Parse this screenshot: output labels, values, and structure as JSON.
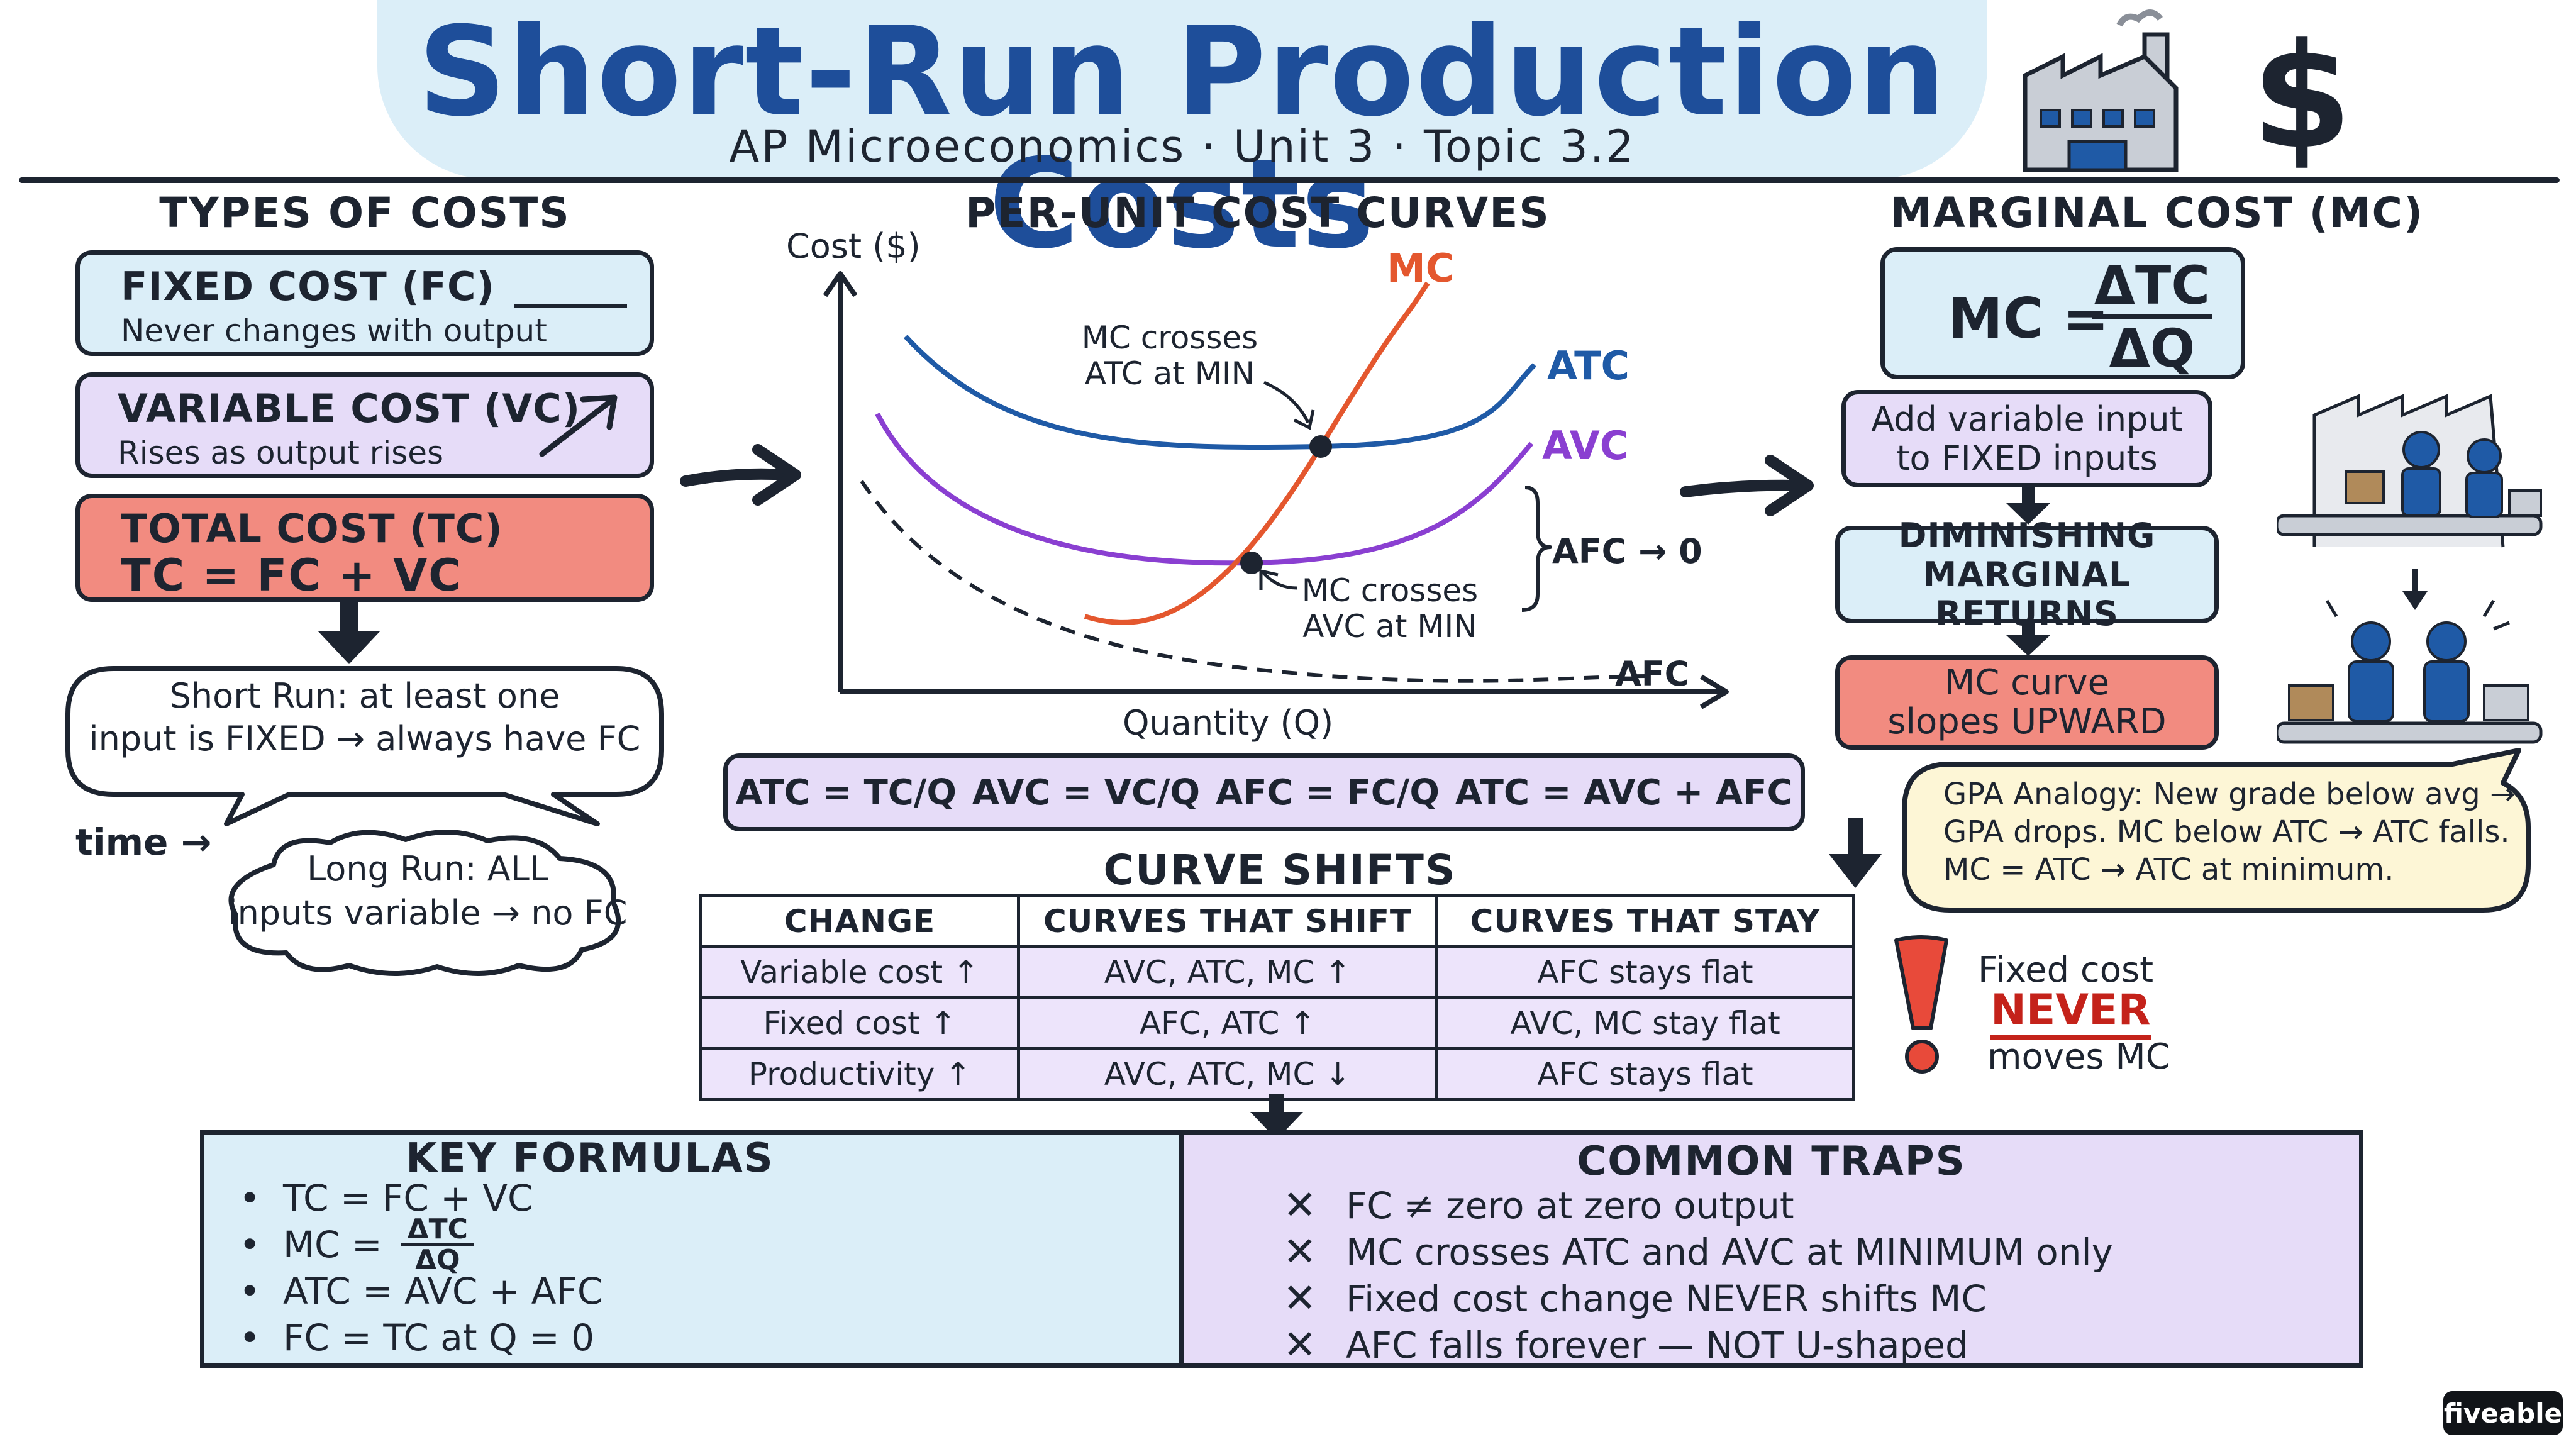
{
  "header": {
    "title": "Short-Run Production Costs",
    "subtitle": "AP Microeconomics · Unit 3 · Topic 3.2",
    "dollar_sign": "$"
  },
  "types_of_costs": {
    "heading": "TYPES OF COSTS",
    "fixed": {
      "title": "FIXED COST (FC)",
      "desc": "Never changes with output"
    },
    "variable": {
      "title": "VARIABLE COST (VC)",
      "desc": "Rises as output rises"
    },
    "total": {
      "title": "TOTAL COST (TC)",
      "formula": "TC = FC + VC"
    },
    "short_run": {
      "line1": "Short Run: at least one",
      "line2": "input is FIXED → always have FC"
    },
    "time_label": "time →",
    "long_run": {
      "line1": "Long Run: ALL",
      "line2": "inputs variable → no FC"
    }
  },
  "per_unit": {
    "heading": "PER-UNIT COST CURVES",
    "y_axis": "Cost ($)",
    "x_axis": "Quantity (Q)",
    "labels": {
      "mc": "MC",
      "atc": "ATC",
      "avc": "AVC",
      "afc": "AFC",
      "afc_zero": "AFC → 0"
    },
    "note_atc": {
      "line1": "MC crosses",
      "line2": "ATC at MIN"
    },
    "note_avc": {
      "line1": "MC crosses",
      "line2": "AVC at MIN"
    },
    "formulas": [
      "ATC = TC/Q",
      "AVC = VC/Q",
      "AFC = FC/Q",
      "ATC = AVC + AFC"
    ]
  },
  "marginal": {
    "heading": "MARGINAL COST (MC)",
    "formula_lhs": "MC =",
    "formula_num": "ΔTC",
    "formula_den": "ΔQ",
    "step1": {
      "line1": "Add variable input",
      "line2": "to FIXED inputs"
    },
    "step2": {
      "line1": "DIMINISHING",
      "line2": "MARGINAL RETURNS"
    },
    "step3": {
      "line1": "MC curve",
      "line2": "slopes UPWARD"
    },
    "analogy": {
      "line1": "GPA Analogy: New grade below avg →",
      "line2": "GPA drops. MC below ATC → ATC falls.",
      "line3": "MC = ATC → ATC at minimum."
    }
  },
  "curve_shifts": {
    "heading": "CURVE SHIFTS",
    "columns": [
      "CHANGE",
      "CURVES THAT SHIFT",
      "CURVES THAT STAY"
    ],
    "rows": [
      [
        "Variable cost ↑",
        "AVC, ATC, MC ↑",
        "AFC stays flat"
      ],
      [
        "Fixed cost ↑",
        "AFC, ATC ↑",
        "AVC, MC stay flat"
      ],
      [
        "Productivity ↑",
        "AVC, ATC, MC ↓",
        "AFC stays flat"
      ]
    ],
    "warning": {
      "line1": "Fixed cost",
      "line2": "NEVER",
      "line3": "moves MC"
    }
  },
  "key_formulas": {
    "heading": "KEY FORMULAS",
    "items": [
      "TC = FC + VC",
      "MC =",
      "ATC = AVC + AFC",
      "FC = TC at Q = 0"
    ],
    "mc_num": "ΔTC",
    "mc_den": "ΔQ"
  },
  "common_traps": {
    "heading": "COMMON TRAPS",
    "items": [
      "FC ≠ zero at zero output",
      "MC crosses ATC and AVC at MINIMUM only",
      "Fixed cost change NEVER shifts MC",
      "AFC falls forever — NOT U-shaped"
    ]
  },
  "brand": "fiveable",
  "colors": {
    "ink": "#1d2430",
    "title_blue": "#1e4e9a",
    "light_blue": "#dbeef8",
    "lavender": "#e6dcf8",
    "salmon": "#f28b80",
    "cream": "#fdf6d6",
    "mc_red": "#e4572e",
    "atc_blue": "#1f5aa6",
    "avc_purple": "#8a3fd1"
  }
}
